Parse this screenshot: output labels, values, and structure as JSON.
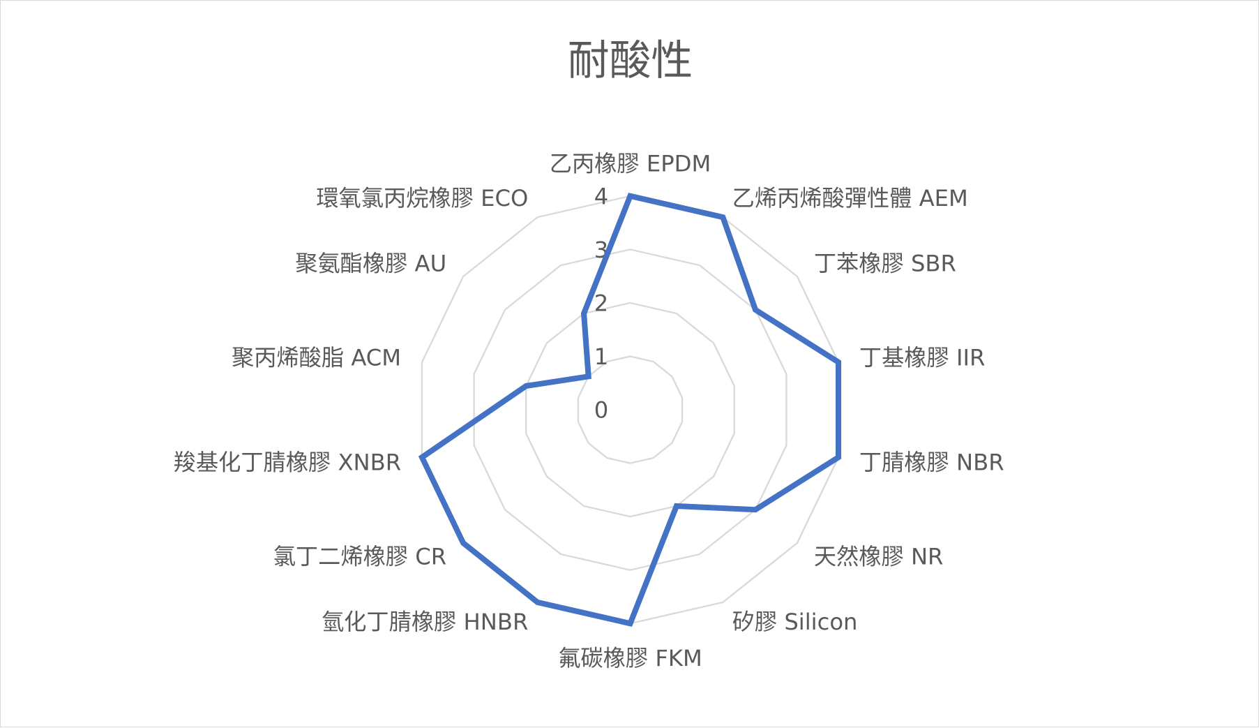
{
  "chart_data": {
    "type": "radar",
    "title": "耐酸性",
    "categories": [
      "乙丙橡膠 EPDM",
      "乙烯丙烯酸彈性體 AEM",
      "丁苯橡膠 SBR",
      "丁基橡膠 IIR",
      "丁腈橡膠 NBR",
      "天然橡膠 NR",
      "矽膠 Silicon",
      "氟碳橡膠 FKM",
      "氫化丁腈橡膠 HNBR",
      "氯丁二烯橡膠 CR",
      "羧基化丁腈橡膠 XNBR",
      "聚丙烯酸脂 ACM",
      "聚氨酯橡膠 AU",
      "環氧氯丙烷橡膠 ECO"
    ],
    "series": [
      {
        "name": "耐酸性",
        "values": [
          4,
          4,
          3,
          4,
          4,
          3,
          2,
          4,
          4,
          4,
          4,
          2,
          1,
          2
        ],
        "color": "#4472c4"
      }
    ],
    "rlim": [
      0,
      4
    ],
    "ticks": [
      "0",
      "1",
      "2",
      "3",
      "4"
    ],
    "grid": true,
    "grid_color": "#d9d9d9",
    "legend": "none"
  }
}
